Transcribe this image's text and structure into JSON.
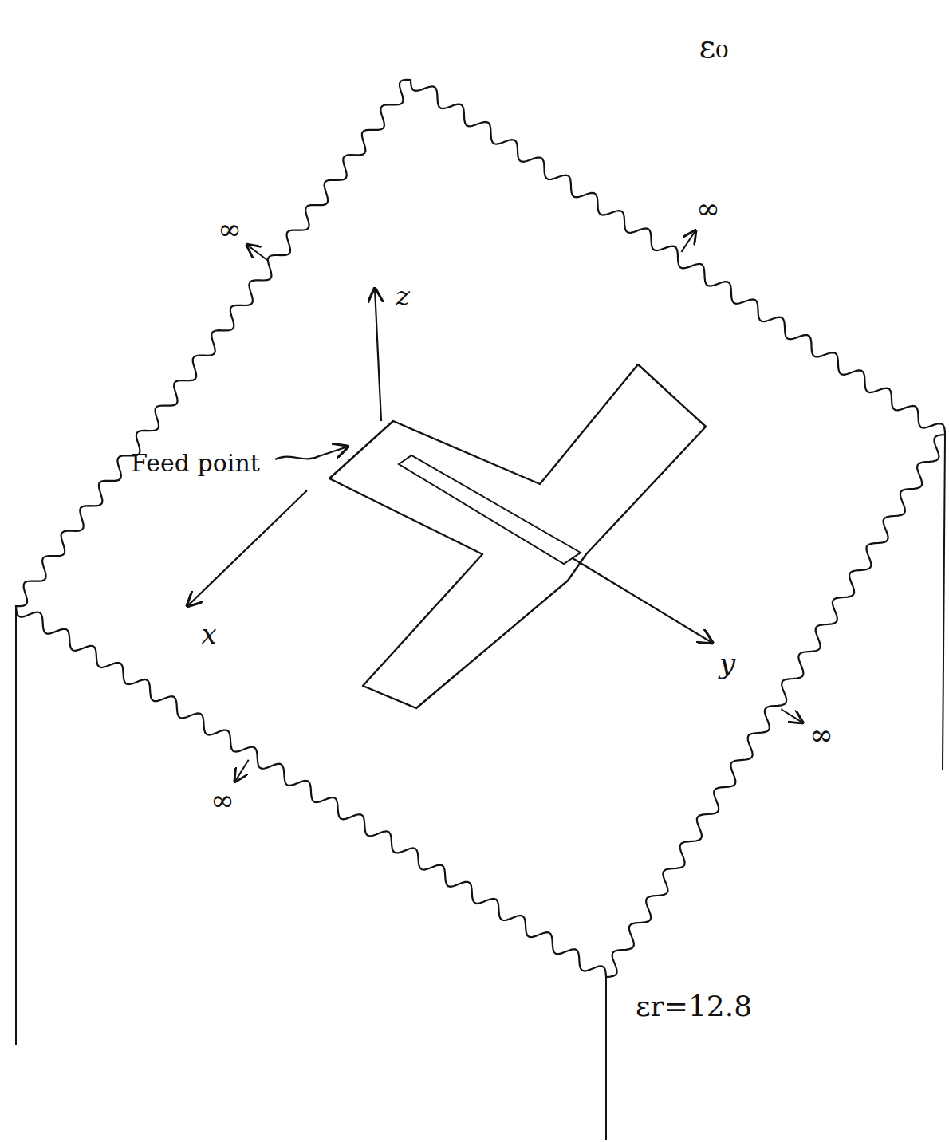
{
  "diagram": {
    "labels": [
      "ε₀",
      "∞",
      "∞",
      "∞",
      "∞",
      "z",
      "x",
      "y",
      "Feed point",
      "εr=12.8"
    ]
  }
}
